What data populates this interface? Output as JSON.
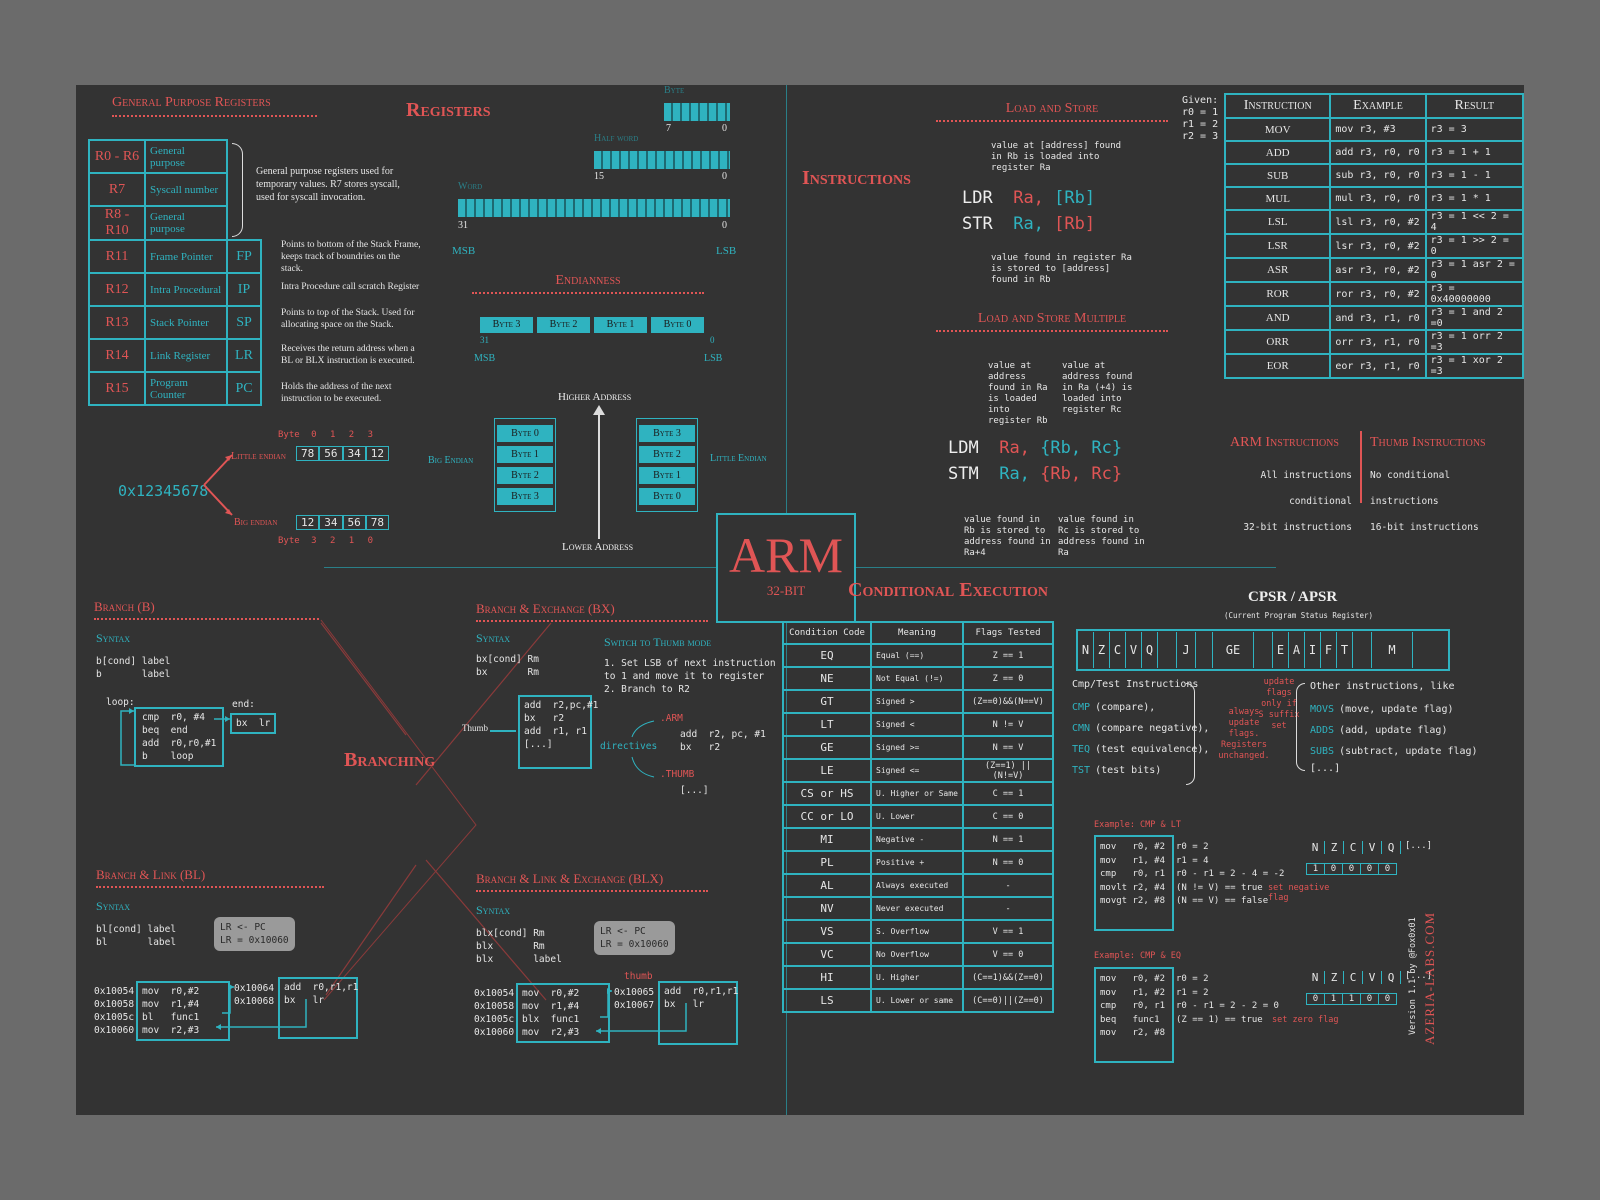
{
  "registers": {
    "title": "Registers",
    "gp_title": "General Purpose Registers",
    "rows": [
      {
        "reg": "R0 - R6",
        "name": "General purpose",
        "abbr": ""
      },
      {
        "reg": "R7",
        "name": "Syscall number",
        "abbr": ""
      },
      {
        "reg": "R8 - R10",
        "name": "General purpose",
        "abbr": ""
      },
      {
        "reg": "R11",
        "name": "Frame Pointer",
        "abbr": "FP"
      },
      {
        "reg": "R12",
        "name": "Intra Procedural",
        "abbr": "IP"
      },
      {
        "reg": "R13",
        "name": "Stack Pointer",
        "abbr": "SP"
      },
      {
        "reg": "R14",
        "name": "Link Register",
        "abbr": "LR"
      },
      {
        "reg": "R15",
        "name": "Program Counter",
        "abbr": "PC"
      }
    ],
    "notes": {
      "gp": "General purpose registers used for temporary values. R7 stores syscall, used for syscall invocation.",
      "fp": "Points to bottom of the Stack Frame, keeps track of boundries on the stack.",
      "ip": "Intra Procedure call scratch Register",
      "sp": "Points to top of the Stack. Used for allocating space on the Stack.",
      "lr": "Receives the return address when a BL or BLX instruction is executed.",
      "pc": "Holds the address of the next instruction to be executed."
    },
    "sizes": {
      "byte": "Byte",
      "halfword": "Half word",
      "word": "Word",
      "n7": "7",
      "n0": "0",
      "n15": "15",
      "n31": "31",
      "msb": "MSB",
      "lsb": "LSB"
    },
    "hex_example": {
      "value": "0x12345678",
      "little_label": "Little endian",
      "big_label": "Big endian",
      "byte_label": "Byte",
      "little_idx": [
        "0",
        "1",
        "2",
        "3"
      ],
      "little_bytes": [
        "78",
        "56",
        "34",
        "12"
      ],
      "big_bytes": [
        "12",
        "34",
        "56",
        "78"
      ],
      "big_idx": [
        "3",
        "2",
        "1",
        "0"
      ]
    }
  },
  "endianness": {
    "title": "Endianness",
    "bytes": [
      "Byte 3",
      "Byte 2",
      "Byte 1",
      "Byte 0"
    ],
    "n31": "31",
    "n0": "0",
    "msb": "MSB",
    "lsb": "LSB",
    "higher": "Higher Address",
    "lower": "Lower Address",
    "big": "Big Endian",
    "little": "Little Endian",
    "big_stack": [
      "Byte 0",
      "Byte 1",
      "Byte 2",
      "Byte 3"
    ],
    "little_stack": [
      "Byte 3",
      "Byte 2",
      "Byte 1",
      "Byte 0"
    ]
  },
  "arm": {
    "title": "ARM",
    "subtitle": "32-BIT"
  },
  "instructions": {
    "title": "Instructions",
    "load_store_title": "Load and Store",
    "ls_top_note": "value at [address] found in Rb is loaded into register Ra",
    "ldr": "LDR",
    "str": "STR",
    "ra": "Ra,",
    "rb": "[Rb]",
    "ls_bottom_note": "value found in register Ra is stored to [address] found in Rb",
    "multiple_title": "Load and Store Multiple",
    "lsm_note_left": "value at address found in Ra is loaded into register Rb",
    "lsm_note_right": "value at address found in Ra (+4) is loaded into register Rc",
    "ldm": "LDM",
    "stm": "STM",
    "rbrc": "{Rb, Rc}",
    "lsm_bottom_left": "value found in Rb is stored to address found in Ra+4",
    "lsm_bottom_right": "value found in Rc is stored to address found in Ra",
    "given": [
      "Given:",
      "r0 = 1",
      "r1 = 2",
      "r2 = 3"
    ],
    "table_headers": [
      "Instruction",
      "Example",
      "Result"
    ],
    "table_rows": [
      [
        "MOV",
        "mov r3, #3",
        "r3 = 3"
      ],
      [
        "ADD",
        "add r3, r0, r0",
        "r3 = 1 + 1"
      ],
      [
        "SUB",
        "sub r3, r0, r0",
        "r3 = 1 - 1"
      ],
      [
        "MUL",
        "mul r3, r0, r0",
        "r3 = 1 * 1"
      ],
      [
        "LSL",
        "lsl r3, r0, #2",
        "r3 = 1 << 2 = 4"
      ],
      [
        "LSR",
        "lsr r3, r0, #2",
        "r3 = 1 >> 2 = 0"
      ],
      [
        "ASR",
        "asr r3, r0, #2",
        "r3 = 1 asr 2 = 0"
      ],
      [
        "ROR",
        "ror r3, r0, #2",
        "r3 = 0x40000000"
      ],
      [
        "AND",
        "and r3, r1, r0",
        "r3 = 1 and 2 =0"
      ],
      [
        "ORR",
        "orr r3, r1, r0",
        "r3 = 1 orr 2 =3"
      ],
      [
        "EOR",
        "eor r3, r1, r0",
        "r3 = 1 xor 2 =3"
      ]
    ],
    "arm_instr_title": "ARM Instructions",
    "thumb_instr_title": "Thumb Instructions",
    "arm_notes": [
      "All instructions conditional",
      "32-bit instructions"
    ],
    "thumb_notes": [
      "No conditional instructions",
      "16-bit instructions"
    ]
  },
  "branching": {
    "title": "Branching",
    "branch_title": "Branch (B)",
    "syntax": "Syntax",
    "b_syntax": "b[cond] label\nb       label",
    "loop_label": "loop:",
    "loop_code": "cmp  r0, #4\nbeq  end\nadd  r0,r0,#1\nb    loop",
    "end_label": "end:",
    "end_code": "bx  lr",
    "bx_title": "Branch & Exchange (BX)",
    "bx_syntax": "bx[cond] Rm\nbx       Rm",
    "thumb_switch_title": "Switch to Thumb mode",
    "thumb_switch_steps": "1. Set LSB of next instruction\nto 1 and move it to register\n2. Branch to R2",
    "thumb_label": "Thumb",
    "bx_code": "add  r2,pc,#1\nbx   r2\nadd  r1, r1\n[...]",
    "directives": "directives",
    "arm_dir": ".ARM",
    "arm_dir_code": "add  r2, pc, #1\nbx   r2",
    "thumb_dir": ".THUMB",
    "thumb_dir_code": "[...]",
    "bl_title": "Branch & Link (BL)",
    "bl_syntax": "bl[cond] label\nbl       label",
    "bl_bubble": "LR <- PC\nLR = 0x10060",
    "bl_addrs": "0x10054\n0x10058\n0x1005c\n0x10060",
    "bl_code": "mov  r0,#2\nmov  r1,#4\nbl   func1\nmov  r2,#3",
    "bl_target_addrs": "0x10064\n0x10068",
    "bl_target_code": "add  r0,r1,r1\nbx   lr",
    "blx_title": "Branch & Link & Exchange (BLX)",
    "blx_syntax": "blx[cond] Rm\nblx       Rm\nblx       label",
    "blx_bubble": "LR <- PC\nLR = 0x10060",
    "blx_addrs": "0x10054\n0x10058\n0x1005c\n0x10060",
    "blx_code": "mov  r0,#2\nmov  r1,#4\nblx  func1\nmov  r2,#3",
    "blx_thumb": "thumb",
    "blx_target_addrs": "0x10065\n0x10067",
    "blx_target_code": "add  r0,r1,r1\nbx   lr"
  },
  "conditional": {
    "title": "Conditional Execution",
    "headers": [
      "Condition Code",
      "Meaning",
      "Flags Tested"
    ],
    "rows": [
      [
        "EQ",
        "Equal (==)",
        "Z == 1"
      ],
      [
        "NE",
        "Not Equal (!=)",
        "Z == 0"
      ],
      [
        "GT",
        "Signed >",
        "(Z==0)&&(N==V)"
      ],
      [
        "LT",
        "Signed <",
        "N != V"
      ],
      [
        "GE",
        "Signed >=",
        "N == V"
      ],
      [
        "LE",
        "Signed <=",
        "(Z==1) || (N!=V)"
      ],
      [
        "CS or HS",
        "U. Higher or Same",
        "C == 1"
      ],
      [
        "CC or LO",
        "U. Lower",
        "C == 0"
      ],
      [
        "MI",
        "Negative -",
        "N == 1"
      ],
      [
        "PL",
        "Positive +",
        "N == 0"
      ],
      [
        "AL",
        "Always executed",
        "-"
      ],
      [
        "NV",
        "Never executed",
        "-"
      ],
      [
        "VS",
        "S. Overflow",
        "V == 1"
      ],
      [
        "VC",
        "No Overflow",
        "V == 0"
      ],
      [
        "HI",
        "U. Higher",
        "(C==1)&&(Z==0)"
      ],
      [
        "LS",
        "U. Lower or same",
        "(C==0)||(Z==0)"
      ]
    ]
  },
  "cpsr": {
    "title": "CPSR / APSR",
    "subtitle": "(Current Program Status Register)",
    "flags": [
      "N",
      "Z",
      "C",
      "V",
      "Q",
      "",
      "J",
      "",
      "GE",
      "",
      "E",
      "A",
      "I",
      "F",
      "T",
      "",
      "M"
    ],
    "cmp_title": "Cmp/Test Instructions",
    "cmp_items": [
      {
        "op": "CMP",
        "desc": "(compare),"
      },
      {
        "op": "CMN",
        "desc": "(compare negative),"
      },
      {
        "op": "TEQ",
        "desc": "(test equivalence),"
      },
      {
        "op": "TST",
        "desc": "(test bits)"
      }
    ],
    "always_update": "always update flags. Registers unchanged.",
    "update_only": "update flags only if S suffix set",
    "other_title": "Other instructions, like",
    "other_items": [
      {
        "op": "MOVS",
        "desc": "(move, update flag)"
      },
      {
        "op": "ADDS",
        "desc": "(add, update flag)"
      },
      {
        "op": "SUBS",
        "desc": "(subtract, update flag)"
      }
    ],
    "other_more": "[...]",
    "ex1_title": "Example: CMP & LT",
    "ex1_code": "mov   r0, #2\nmov   r1, #4\ncmp   r0, r1\nmovlt r2, #4\nmovgt r2, #8",
    "ex1_result": "r0 = 2\nr1 = 4\nr0 - r1 = 2 - 4 = -2\n(N != V) == true\n(N == V) == false",
    "ex1_flags": [
      "N",
      "Z",
      "C",
      "V",
      "Q",
      "[...]"
    ],
    "ex1_vals": [
      "1",
      "0",
      "0",
      "0",
      "0"
    ],
    "ex1_note": "set negative flag",
    "ex2_title": "Example: CMP & EQ",
    "ex2_code": "mov   r0, #2\nmov   r1, #2\ncmp   r0, r1\nbeq   func1\nmov   r2, #8",
    "ex2_result": "r0 = 2\nr1 = 2\nr0 - r1 = 2 - 2 = 0\n(Z == 1) == true",
    "ex2_flags": [
      "N",
      "Z",
      "C",
      "V",
      "Q",
      "[...]"
    ],
    "ex2_vals": [
      "0",
      "1",
      "1",
      "0",
      "0"
    ],
    "ex2_note": "set zero flag"
  },
  "footer": {
    "version": "Version 1.1 by @Fox0x01",
    "brand": "AZERIA-LABS.COM"
  }
}
